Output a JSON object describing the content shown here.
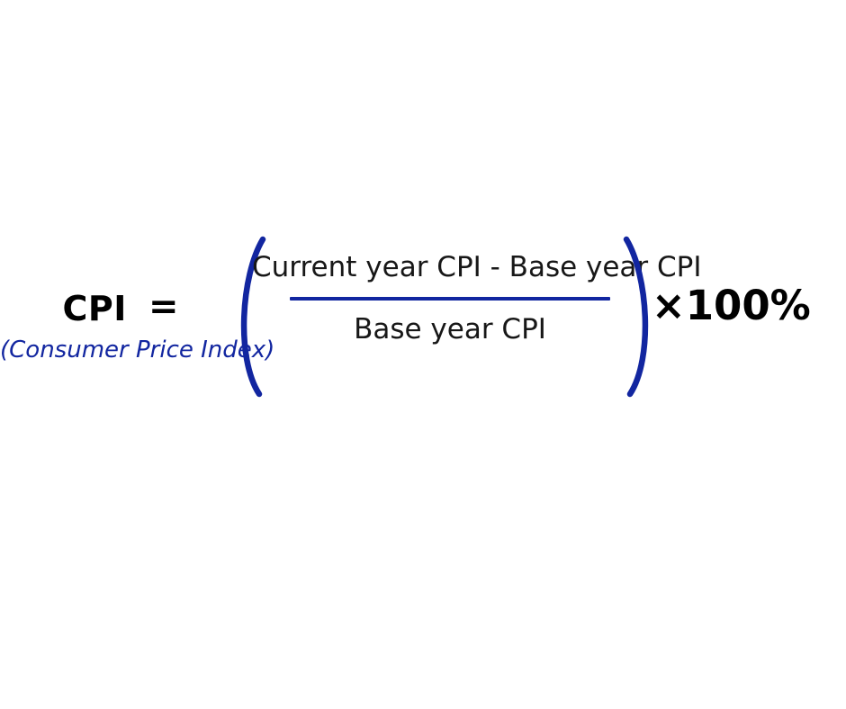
{
  "figure": {
    "type": "formula",
    "title": "Consumer Price Index (CPI) formula",
    "background_color": "#ffffff",
    "accent_color": "#1226a0",
    "text_color": "#000000"
  },
  "formula": {
    "left_side": {
      "symbol": "CPI",
      "expansion": "(Consumer Price Index)",
      "equals": "=",
      "symbol_color": "#000000",
      "expansion_color": "#1226a0"
    },
    "group": {
      "open_paren": "(",
      "close_paren": ")",
      "paren_color": "#1226a0"
    },
    "fraction": {
      "numerator": "Current year CPI - Base year CPI",
      "denominator": "Base year CPI",
      "bar_color": "#1226a0"
    },
    "multiplier": "×100%"
  }
}
